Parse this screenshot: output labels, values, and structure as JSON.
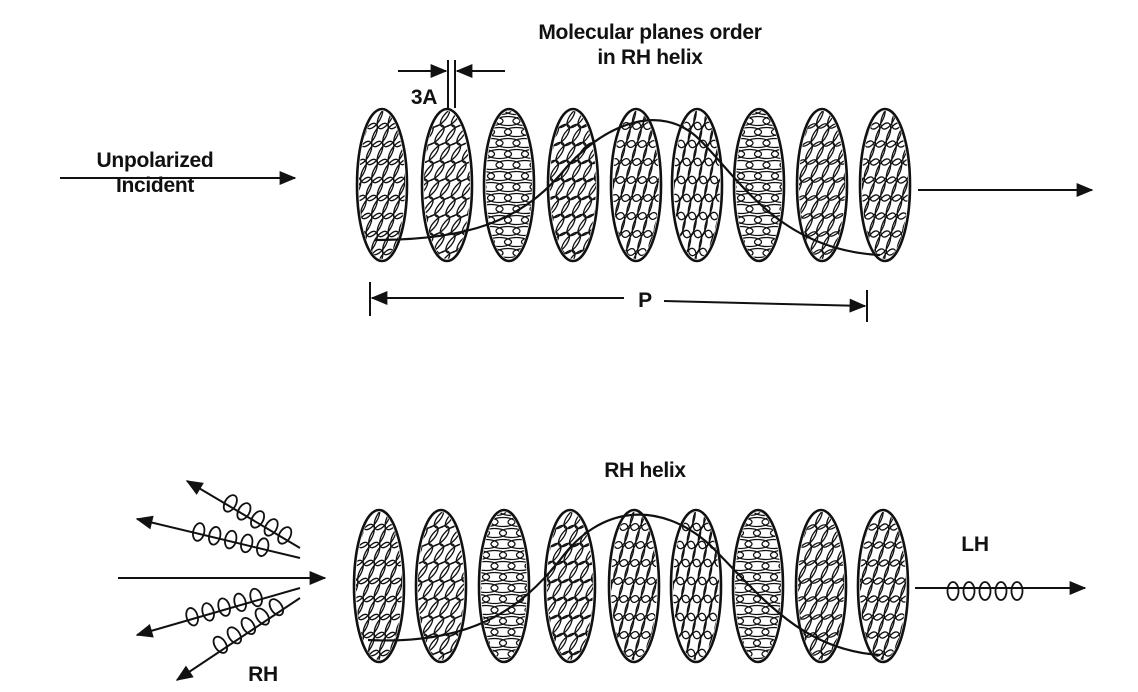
{
  "top_panel": {
    "title_line1": "Molecular planes order",
    "title_line2": "in RH helix",
    "spacing_label": "3A",
    "incident_line1": "Unpolarized",
    "incident_line2": "Incident",
    "pitch_label": "P"
  },
  "bottom_panel": {
    "title": "RH helix",
    "reflected_label": "RH",
    "transmitted_label": "LH"
  },
  "colors": {
    "ink": "#111111",
    "background": "#ffffff"
  }
}
